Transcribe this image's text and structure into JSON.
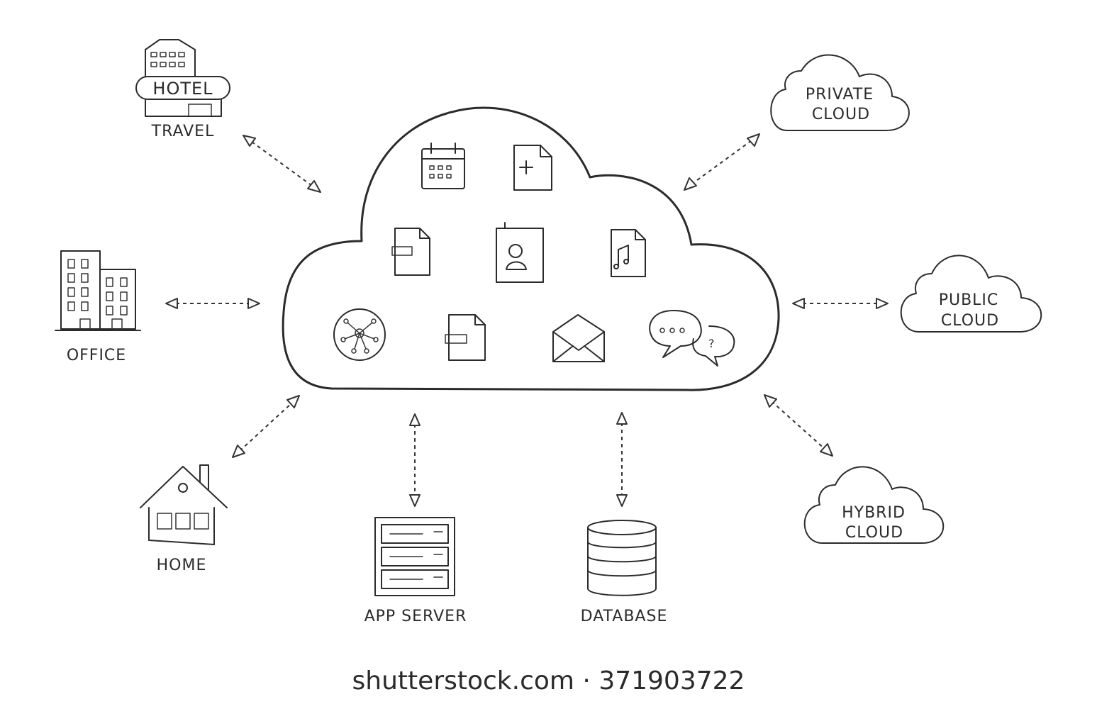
{
  "nodes": {
    "travel": {
      "sign": "HOTEL",
      "label": "TRAVEL"
    },
    "office": {
      "label": "OFFICE"
    },
    "home": {
      "label": "HOME"
    },
    "app_server": {
      "label": "APP SERVER"
    },
    "database": {
      "label": "DATABASE"
    },
    "private_cloud": {
      "line1": "PRIVATE",
      "line2": "CLOUD"
    },
    "public_cloud": {
      "line1": "PUBLIC",
      "line2": "CLOUD"
    },
    "hybrid_cloud": {
      "line1": "HYBRID",
      "line2": "CLOUD"
    }
  },
  "watermark": "shutterstock.com · 371903722"
}
